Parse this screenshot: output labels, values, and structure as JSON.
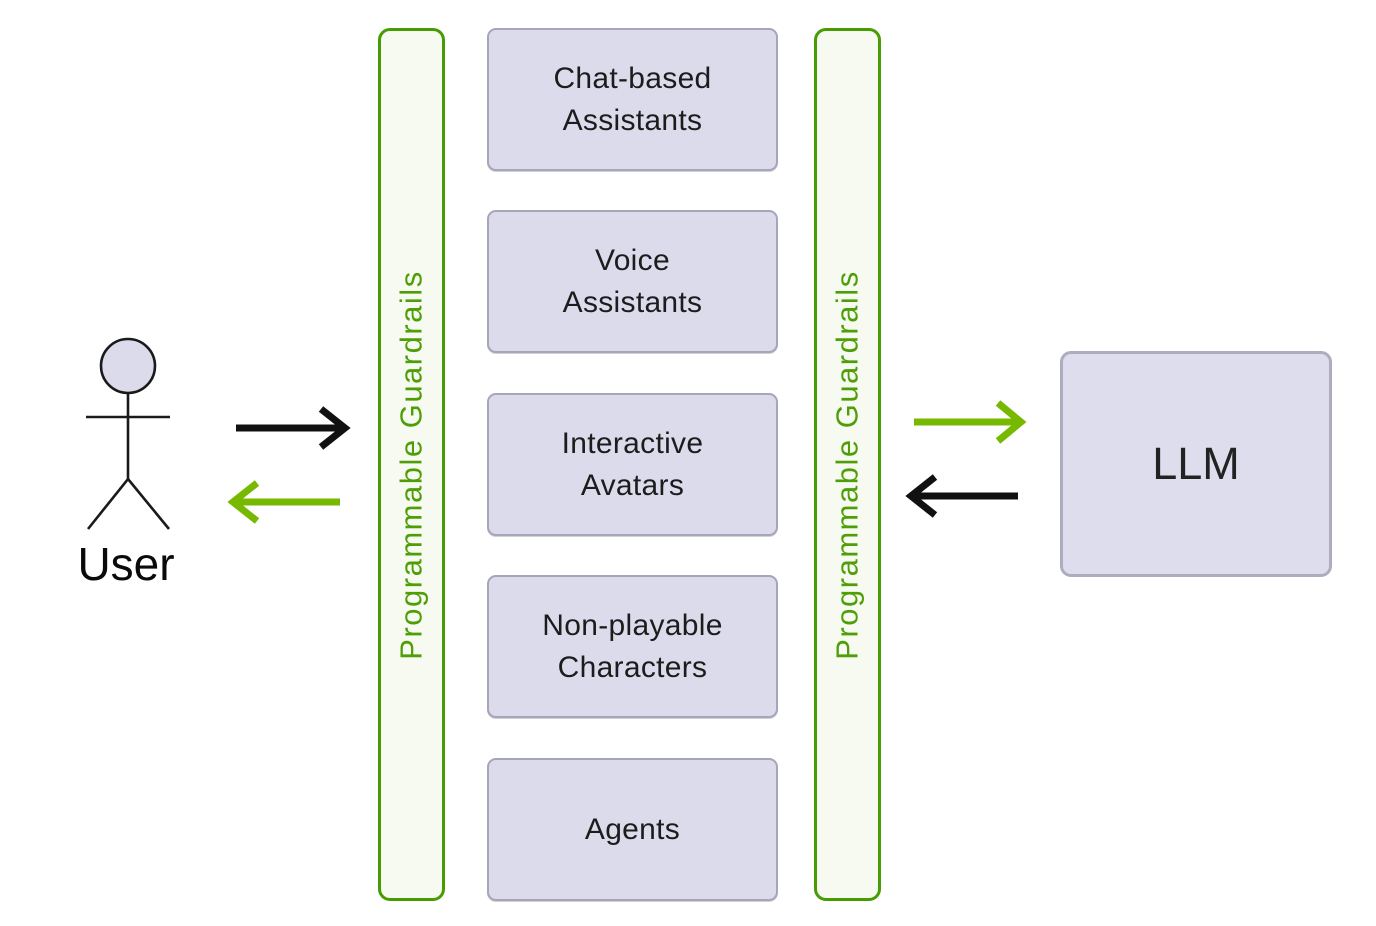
{
  "diagram": {
    "user": {
      "label": "User"
    },
    "llm": {
      "label": "LLM"
    },
    "guardrails_left": {
      "label": "Programmable Guardrails"
    },
    "guardrails_right": {
      "label": "Programmable Guardrails"
    },
    "applications": [
      {
        "label": "Chat-based\nAssistants"
      },
      {
        "label": "Voice\nAssistants"
      },
      {
        "label": "Interactive\nAvatars"
      },
      {
        "label": "Non-playable\nCharacters"
      },
      {
        "label": "Agents"
      }
    ],
    "arrows": [
      {
        "name": "user-to-guardrails",
        "direction": "right",
        "color": "#111111"
      },
      {
        "name": "guardrails-to-user",
        "direction": "left",
        "color": "#76b900"
      },
      {
        "name": "guardrails-to-llm",
        "direction": "right",
        "color": "#76b900"
      },
      {
        "name": "llm-to-guardrails",
        "direction": "left",
        "color": "#111111"
      }
    ],
    "colors": {
      "accent_green": "#76b900",
      "guardrail_border_green": "#479c03",
      "guardrail_fill": "#f6faf0",
      "box_fill": "#dcdbec",
      "box_border": "#a6a5ba",
      "arrow_black": "#111111",
      "text_dark": "#1c1c1c"
    }
  }
}
